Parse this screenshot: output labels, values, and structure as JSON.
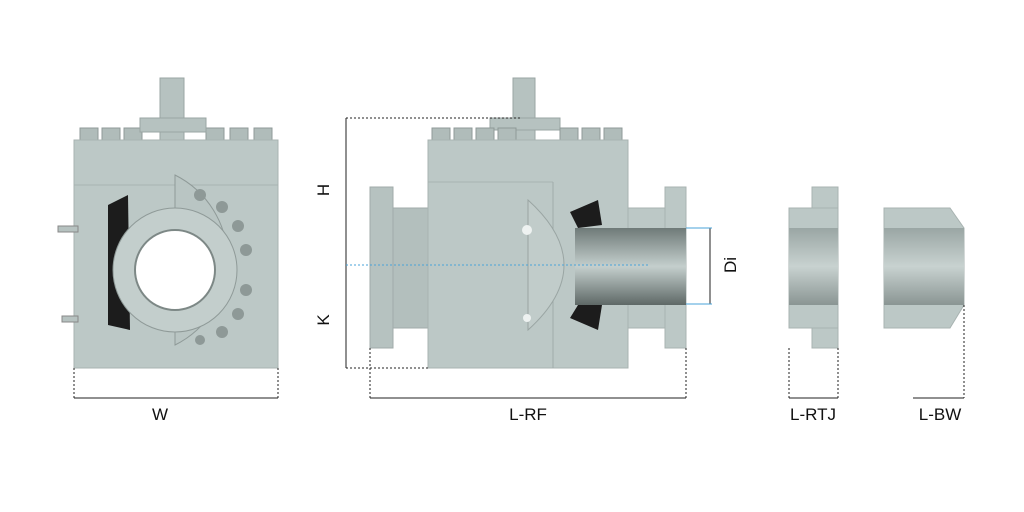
{
  "colors": {
    "body": "#bcc8c6",
    "shade": "#8e9997",
    "dark": "#1c1c1c",
    "dim_line": "#222222",
    "axis": "#4aa3d8"
  },
  "labels": {
    "w": "W",
    "l_rf": "L-RF",
    "h": "H",
    "k": "K",
    "di": "Di",
    "l_rtj": "L-RTJ",
    "l_bw": "L-BW"
  }
}
